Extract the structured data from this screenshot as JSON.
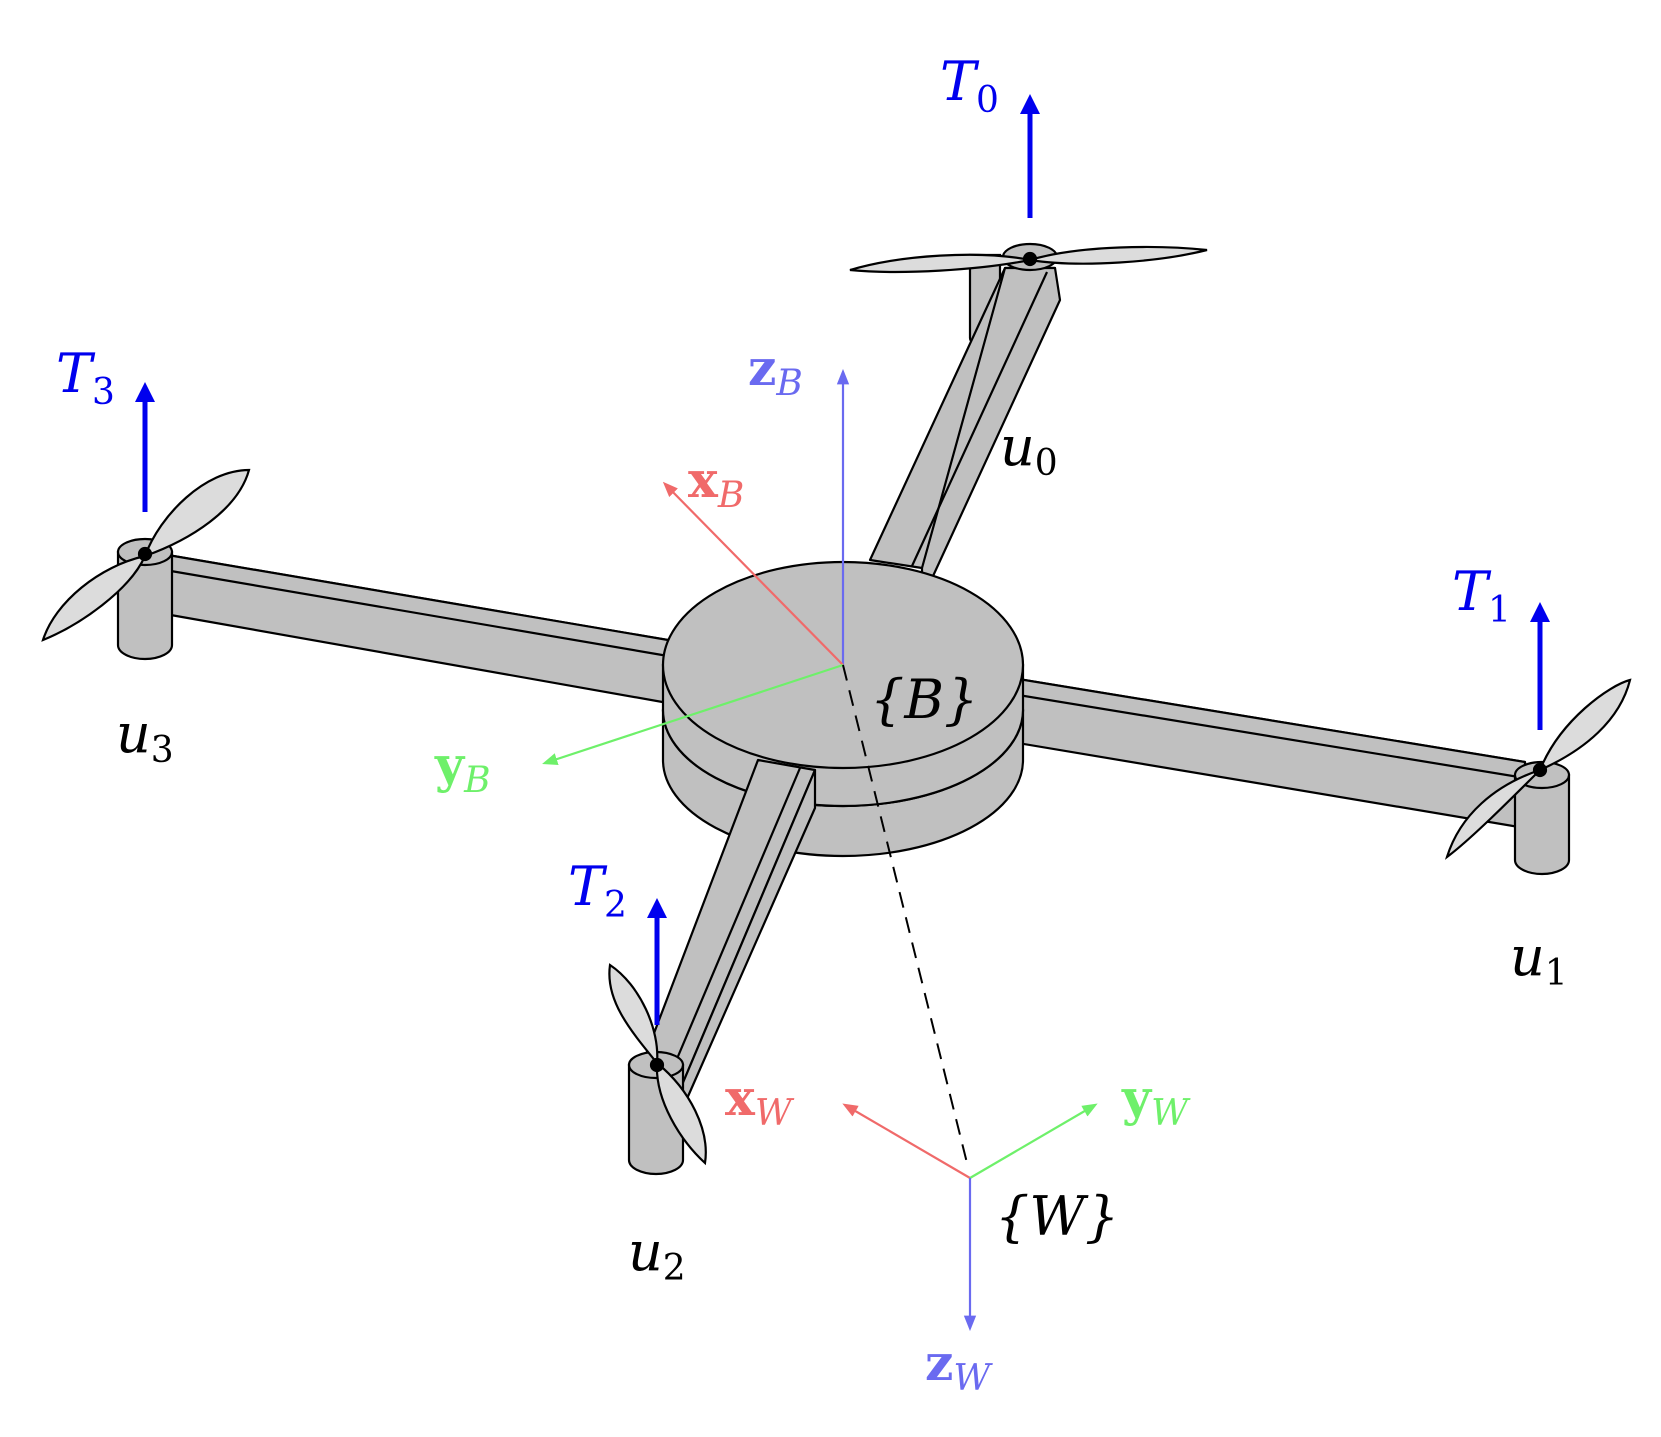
{
  "colors": {
    "thrust": "#0000ee",
    "x_axis": "#f06a6a",
    "y_axis": "#6ef06a",
    "z_axis": "#6a6af0",
    "body_fill": "#c0c0c0",
    "prop_fill": "#dcdcdc",
    "outline": "#000000"
  },
  "icons": {
    "rotor": "propeller-icon",
    "arrow": "arrow-icon"
  },
  "rotors": [
    {
      "thrust": "T",
      "thrust_sub": "0",
      "input": "u",
      "input_sub": "0"
    },
    {
      "thrust": "T",
      "thrust_sub": "1",
      "input": "u",
      "input_sub": "1"
    },
    {
      "thrust": "T",
      "thrust_sub": "2",
      "input": "u",
      "input_sub": "2"
    },
    {
      "thrust": "T",
      "thrust_sub": "3",
      "input": "u",
      "input_sub": "3"
    }
  ],
  "body_frame": {
    "label": "{B}",
    "x": {
      "vec": "x",
      "sub": "B"
    },
    "y": {
      "vec": "y",
      "sub": "B"
    },
    "z": {
      "vec": "z",
      "sub": "B"
    }
  },
  "world_frame": {
    "label": "{W}",
    "x": {
      "vec": "x",
      "sub": "W"
    },
    "y": {
      "vec": "y",
      "sub": "W"
    },
    "z": {
      "vec": "z",
      "sub": "W"
    }
  }
}
